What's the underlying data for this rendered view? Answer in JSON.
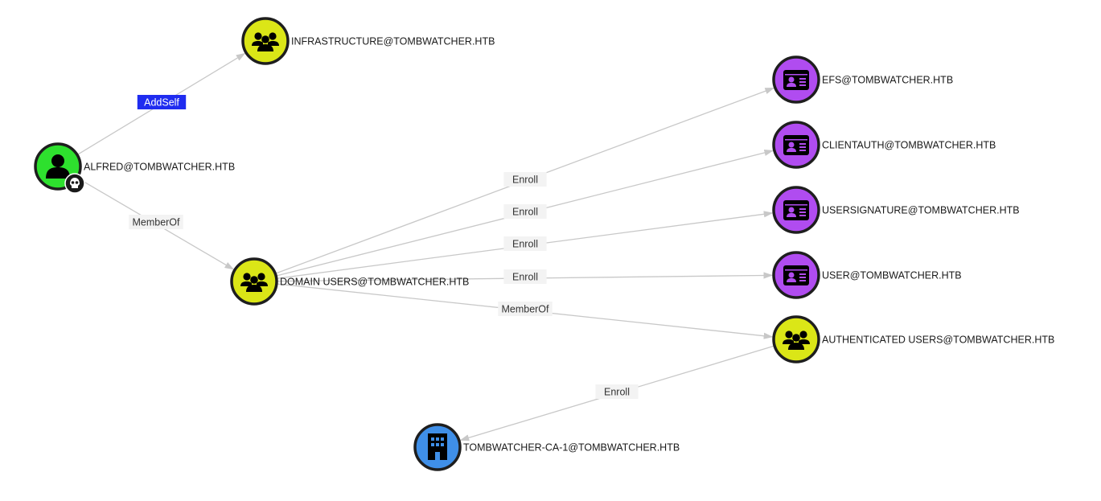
{
  "colors": {
    "user": "#2ee02e",
    "group": "#dbe617",
    "certtemplate": "#b04cf0",
    "enterpriseca": "#3f8fe8",
    "edge": "#c8c8c8",
    "selected_edge_label": "#1f2cf0"
  },
  "nodes": [
    {
      "id": "alfred",
      "type": "user",
      "icon": "user-icon",
      "badge": "skull-icon",
      "label": "ALFRED@TOMBWATCHER.HTB"
    },
    {
      "id": "infra",
      "type": "group",
      "icon": "group-icon",
      "label": "INFRASTRUCTURE@TOMBWATCHER.HTB"
    },
    {
      "id": "domainusers",
      "type": "group",
      "icon": "group-icon",
      "label": "DOMAIN USERS@TOMBWATCHER.HTB"
    },
    {
      "id": "efs",
      "type": "certtemplate",
      "icon": "id-card-icon",
      "label": "EFS@TOMBWATCHER.HTB"
    },
    {
      "id": "clientauth",
      "type": "certtemplate",
      "icon": "id-card-icon",
      "label": "CLIENTAUTH@TOMBWATCHER.HTB"
    },
    {
      "id": "usersig",
      "type": "certtemplate",
      "icon": "id-card-icon",
      "label": "USERSIGNATURE@TOMBWATCHER.HTB"
    },
    {
      "id": "user",
      "type": "certtemplate",
      "icon": "id-card-icon",
      "label": "USER@TOMBWATCHER.HTB"
    },
    {
      "id": "authusers",
      "type": "group",
      "icon": "group-icon",
      "label": "AUTHENTICATED USERS@TOMBWATCHER.HTB"
    },
    {
      "id": "ca",
      "type": "enterpriseca",
      "icon": "building-icon",
      "label": "TOMBWATCHER-CA-1@TOMBWATCHER.HTB"
    }
  ],
  "edges": [
    {
      "from": "alfred",
      "to": "infra",
      "label": "AddSelf",
      "selected": true
    },
    {
      "from": "alfred",
      "to": "domainusers",
      "label": "MemberOf",
      "selected": false
    },
    {
      "from": "domainusers",
      "to": "efs",
      "label": "Enroll",
      "selected": false
    },
    {
      "from": "domainusers",
      "to": "clientauth",
      "label": "Enroll",
      "selected": false
    },
    {
      "from": "domainusers",
      "to": "usersig",
      "label": "Enroll",
      "selected": false
    },
    {
      "from": "domainusers",
      "to": "user",
      "label": "Enroll",
      "selected": false
    },
    {
      "from": "domainusers",
      "to": "authusers",
      "label": "MemberOf",
      "selected": false
    },
    {
      "from": "authusers",
      "to": "ca",
      "label": "Enroll",
      "selected": false
    }
  ]
}
